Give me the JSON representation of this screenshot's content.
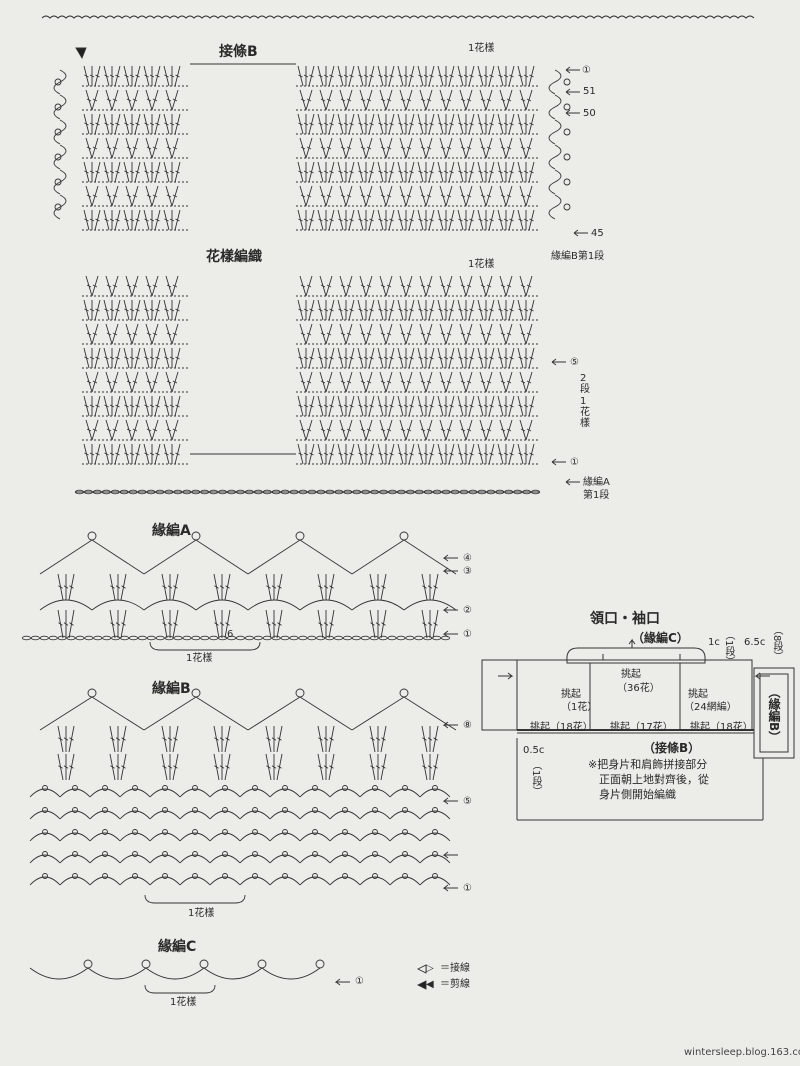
{
  "pattern": {
    "title_join_b": "接條B",
    "title_main": "花樣編織",
    "one_repeat": "1花樣",
    "edging_b_row1": "緣編B第1段",
    "edging_a_row1": [
      "緣編A",
      "第1段"
    ],
    "row_marks_top": [
      "①",
      "51",
      "50",
      "45"
    ],
    "row_marks_bottom": [
      "⑤",
      "①"
    ],
    "side_note": [
      "2",
      "段",
      "1",
      "花",
      "樣"
    ]
  },
  "edging_a": {
    "title": "緣編A",
    "rows": [
      "④",
      "③",
      "②",
      "①"
    ],
    "count": "6",
    "repeat": "1花樣"
  },
  "edging_b": {
    "title": "緣編B",
    "rows": [
      "⑧",
      "⑤",
      "①"
    ],
    "repeat": "1花樣"
  },
  "edging_c": {
    "title": "緣編C",
    "rows": [
      "①"
    ],
    "repeat": "1花樣"
  },
  "legend": [
    {
      "symbol": "▷",
      "text": "＝接線"
    },
    {
      "symbol": "◀",
      "text": "＝剪線"
    }
  ],
  "neck": {
    "title": "領口・袖口",
    "edge_c": "（緣編C）",
    "edge_b": "（緣編B）",
    "c1_a": "1c",
    "c1_b": "（1段）",
    "c65_a": "6.5c",
    "c65_b": "（8段）",
    "c05_a": "0.5c",
    "c05_b": "（1段）",
    "pick36_a": "挑起",
    "pick36_b": "（36花）",
    "pick1_a": "挑起",
    "pick1_b": "（1花）",
    "pick24_a": "挑起",
    "pick24_b": "（24網編）",
    "pick18a": "挑起（18花）",
    "pick17": "挑起（17花）",
    "pick18b": "挑起（18花）",
    "join_b": "（接條B）",
    "note": [
      "※把身片和肩飾拼接部分",
      "正面朝上地對齊後，從",
      "身片側開始編織"
    ]
  },
  "watermark": "wintersleep.blog.163.com"
}
